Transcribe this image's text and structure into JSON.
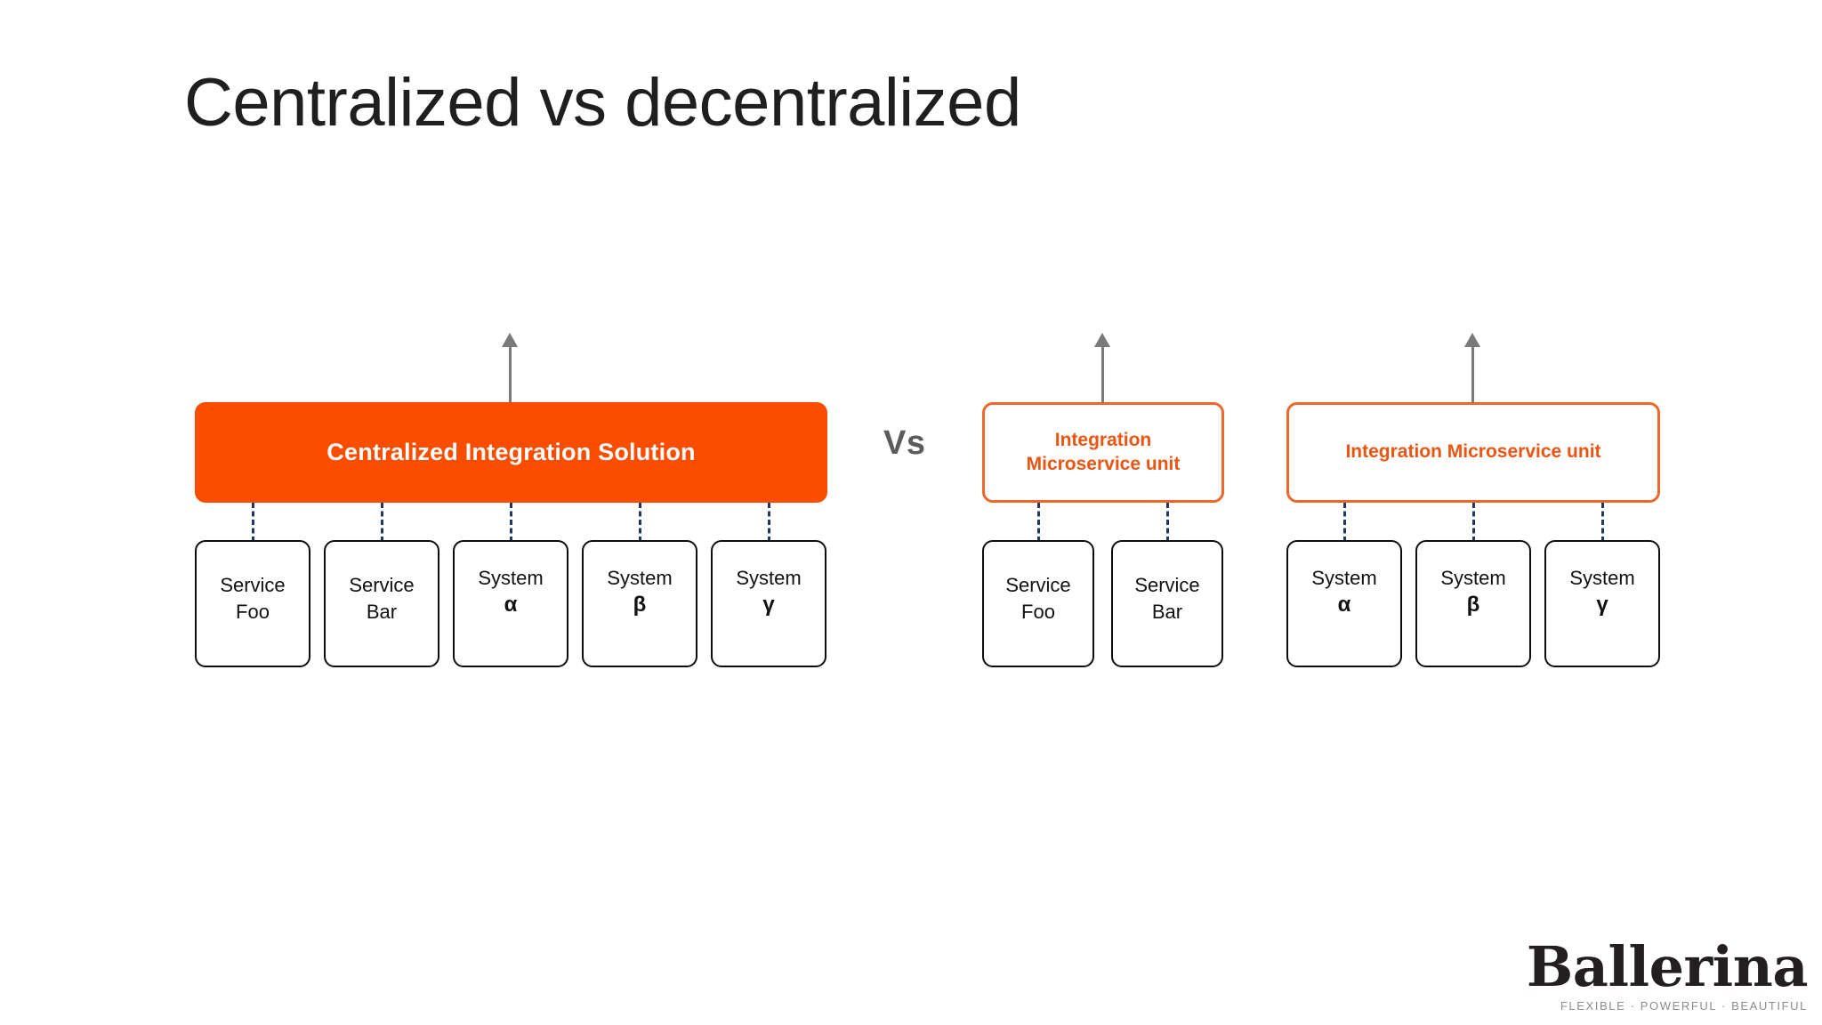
{
  "slide": {
    "title": "Centralized vs decentralized",
    "background_color": "#ffffff",
    "vs_label": "Vs"
  },
  "theme": {
    "orange_fill": "#FA4D00",
    "orange_border": "#EC6729",
    "orange_text": "#EA5513",
    "leaf_border": "#0d0d0d",
    "dashed_connector": "#1F3864",
    "arrow": "#7a7a7a",
    "title_text": "#1f1f1f",
    "vs_text": "#5b5b5b"
  },
  "diagram": {
    "left_group": {
      "hub": {
        "label": "Centralized Integration Solution",
        "style": "filled"
      },
      "leaves": [
        {
          "line1": "Service",
          "line2": "Foo",
          "kind": "service"
        },
        {
          "line1": "Service",
          "line2": "Bar",
          "kind": "service"
        },
        {
          "line1": "System",
          "line2": "α",
          "kind": "system"
        },
        {
          "line1": "System",
          "line2": "β",
          "kind": "system"
        },
        {
          "line1": "System",
          "line2": "γ",
          "kind": "system"
        }
      ]
    },
    "right_group_a": {
      "hub": {
        "line1": "Integration",
        "line2": "Microservice unit",
        "style": "outlined"
      },
      "leaves": [
        {
          "line1": "Service",
          "line2": "Foo",
          "kind": "service"
        },
        {
          "line1": "Service",
          "line2": "Bar",
          "kind": "service"
        }
      ]
    },
    "right_group_b": {
      "hub": {
        "line1": "Integration Microservice unit",
        "line2": "",
        "style": "outlined"
      },
      "leaves": [
        {
          "line1": "System",
          "line2": "α",
          "kind": "system"
        },
        {
          "line1": "System",
          "line2": "β",
          "kind": "system"
        },
        {
          "line1": "System",
          "line2": "γ",
          "kind": "system"
        }
      ]
    }
  },
  "logo": {
    "wordmark": "Ballerina",
    "tagline": "FLEXIBLE ·  POWERFUL ·  BEAUTIFUL"
  }
}
